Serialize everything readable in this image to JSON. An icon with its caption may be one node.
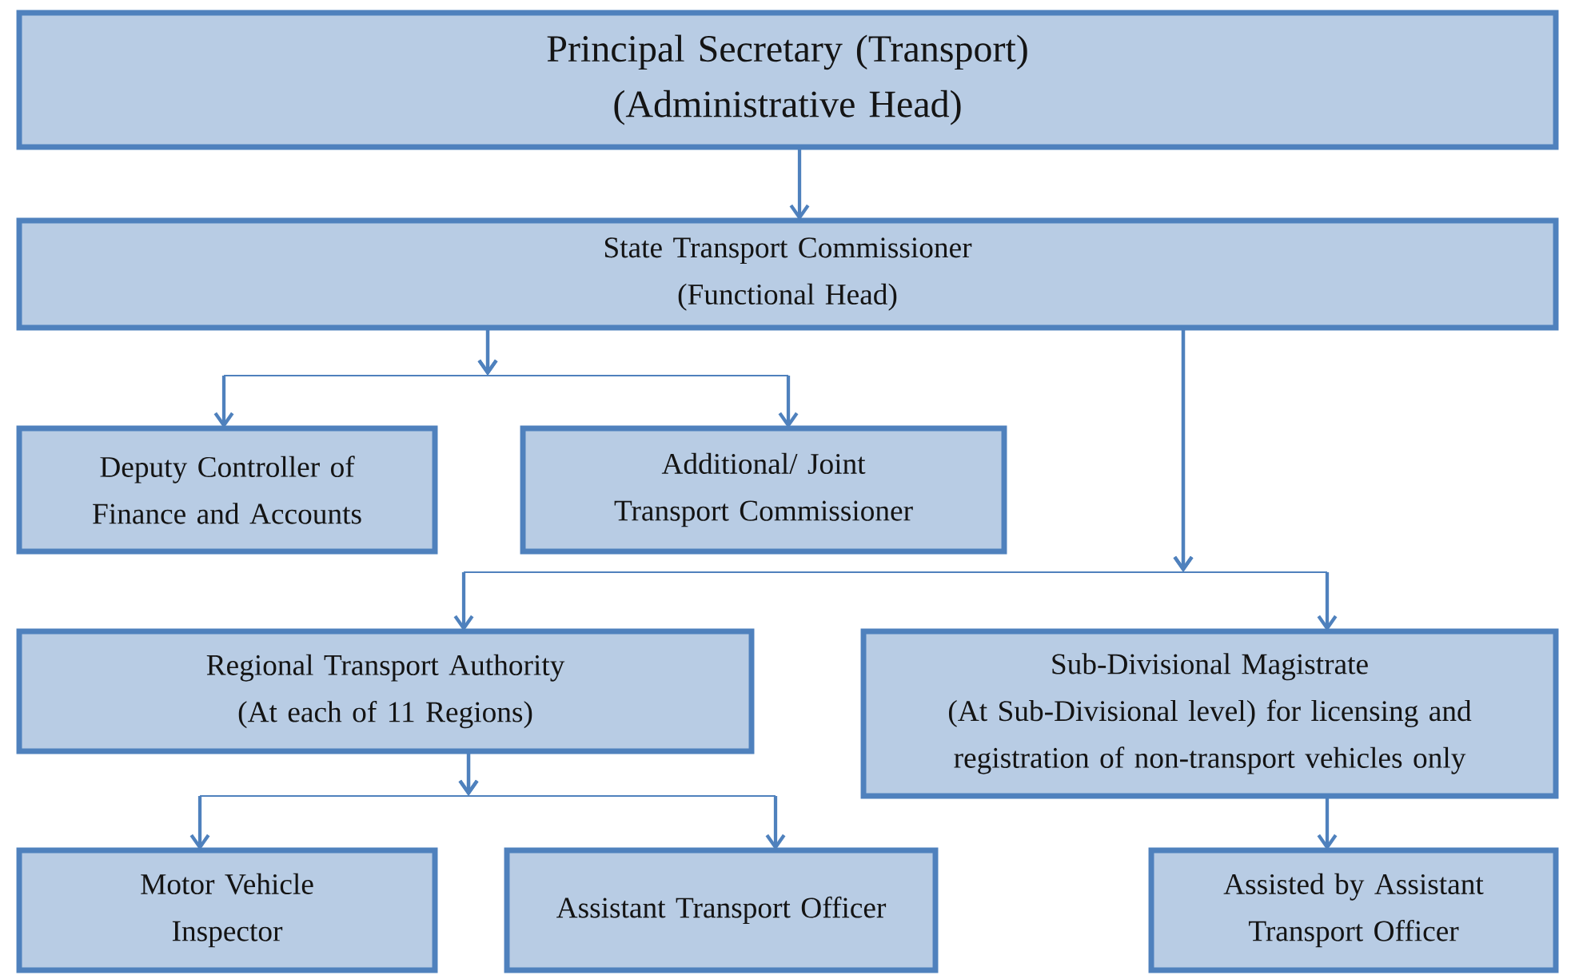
{
  "diagram": {
    "nodes": [
      {
        "text": [
          "Principal Secretary (Transport)",
          "(Administrative Head)"
        ]
      },
      {
        "text": [
          "State Transport Commissioner",
          "(Functional Head)"
        ]
      },
      {
        "text": [
          "Deputy Controller of Finance and Accounts"
        ]
      },
      {
        "text": [
          "Additional/ Joint Transport Commissioner"
        ]
      },
      {
        "text": [
          "Regional Transport Authority",
          "(At each of 11 Regions)"
        ]
      },
      {
        "text": [
          "Sub-Divisional Magistrate",
          "(At Sub-Divisional level) for licensing and registration of non-transport vehicles only"
        ]
      },
      {
        "text": [
          "Motor Vehicle Inspector"
        ]
      },
      {
        "text": [
          "Assistant Transport Officer"
        ]
      },
      {
        "text": [
          "Assisted by Assistant Transport Officer"
        ]
      }
    ],
    "edges": [
      {
        "from": 0,
        "to": 1,
        "arrow": "to"
      },
      {
        "from": 1,
        "to": 2,
        "arrow": "to"
      },
      {
        "from": 1,
        "to": 3,
        "arrow": "to"
      },
      {
        "from": 1,
        "to": 4,
        "arrow": "to"
      },
      {
        "from": 1,
        "to": 5,
        "arrow": "to"
      },
      {
        "from": 4,
        "to": 6,
        "arrow": "to"
      },
      {
        "from": 4,
        "to": 7,
        "arrow": "to"
      },
      {
        "from": 5,
        "to": 8,
        "arrow": "to"
      }
    ]
  }
}
